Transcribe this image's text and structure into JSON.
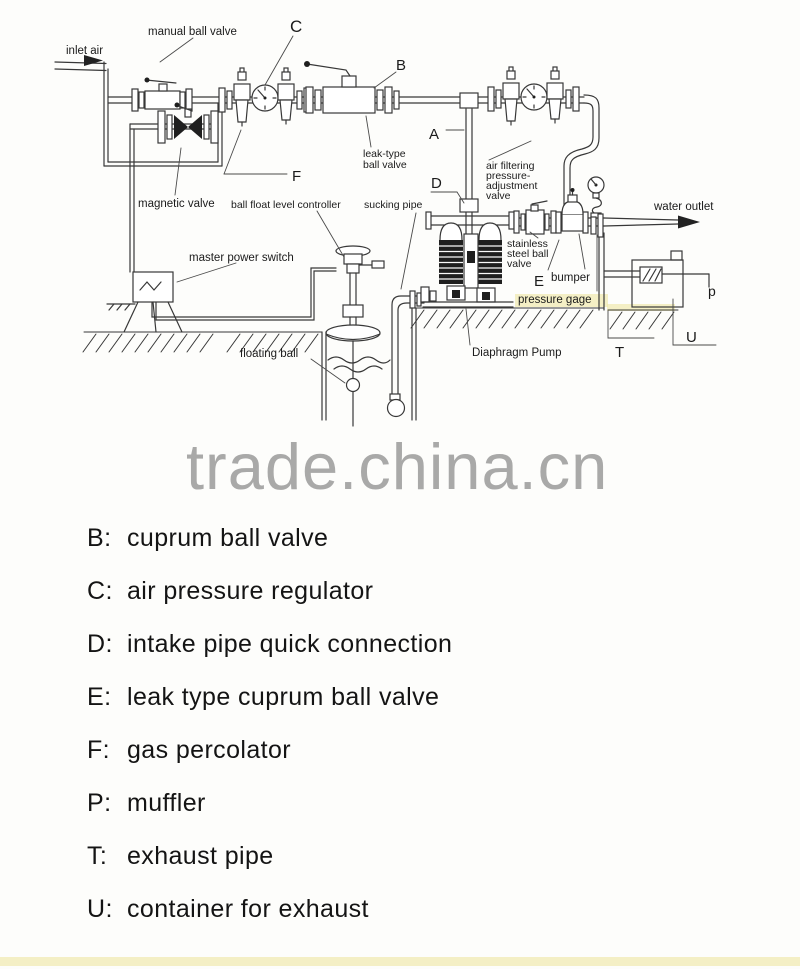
{
  "diagram": {
    "labels": {
      "inlet_air": "inlet air",
      "manual_ball_valve": "manual ball valve",
      "letter_c": "C",
      "letter_b": "B",
      "letter_a": "A",
      "letter_d": "D",
      "letter_f": "F",
      "letter_e": "E",
      "bumper": "bumper",
      "magnetic_valve": "magnetic valve",
      "ball_float_controller": "ball float level controller",
      "sucking_pipe": "sucking pipe",
      "master_power_switch": "master power switch",
      "floating_ball": "floating ball",
      "leak_type_line1": "leak-type",
      "leak_type_line2": "ball valve",
      "air_filter_line1": "air filtering",
      "air_filter_line2": "pressure-",
      "air_filter_line3": "adjustment",
      "air_filter_line4": "valve",
      "stainless_line1": "stainless",
      "stainless_line2": "steel ball",
      "stainless_line3": "valve",
      "pressure_gage": "pressure gage",
      "diaphragm_pump": "Diaphragm Pump",
      "water_outlet": "water outlet",
      "letter_p": "p",
      "letter_t": "T",
      "letter_u": "U"
    }
  },
  "watermark": {
    "text": "trade.china.cn"
  },
  "legend": {
    "rows": [
      {
        "key": "B:",
        "label": "cuprum ball valve"
      },
      {
        "key": "C:",
        "label": "air pressure regulator"
      },
      {
        "key": "D:",
        "label": "intake pipe quick connection"
      },
      {
        "key": "E:",
        "label": "leak type cuprum ball valve"
      },
      {
        "key": "F:",
        "label": "gas percolator"
      },
      {
        "key": "P:",
        "label": "muffler"
      },
      {
        "key": "T:",
        "label": "exhaust pipe"
      },
      {
        "key": "U:",
        "label": "container for exhaust"
      }
    ]
  },
  "colors": {
    "ink": "#383838",
    "watermark": "#a2a2a2",
    "highlight": "#efe6a2"
  }
}
